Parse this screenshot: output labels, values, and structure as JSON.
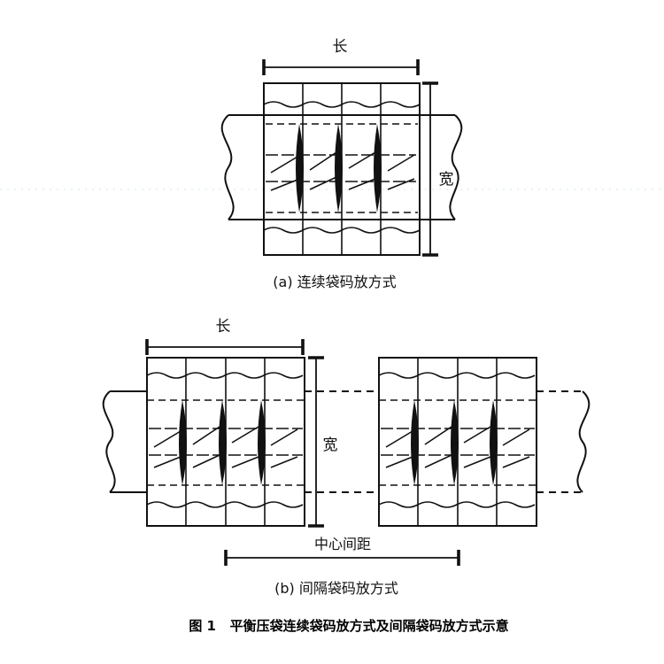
{
  "diagram_a": {
    "length_label": "长",
    "width_label": "宽",
    "caption": "(a) 连续袋码放方式"
  },
  "diagram_b": {
    "length_label": "长",
    "width_label": "宽",
    "spacing_label": "中心间距",
    "caption": "(b) 间隔袋码放方式"
  },
  "figure_title": "图 1   平衡压袋连续袋码放方式及间隔袋码放方式示意"
}
